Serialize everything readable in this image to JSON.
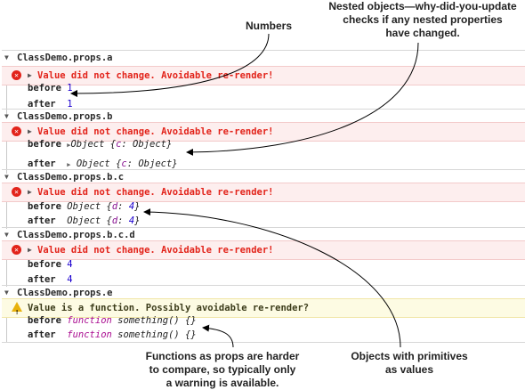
{
  "annotations": {
    "numbers": "Numbers",
    "nested_line1": "Nested objects—why-did-you-update",
    "nested_line2": "checks if any nested properties",
    "nested_line3": "have changed.",
    "functions_line1": "Functions as props are harder",
    "functions_line2": "to compare, so typically only",
    "functions_line3": "a warning is available.",
    "objects_line1": "Objects with primitives",
    "objects_line2": "as values"
  },
  "console": {
    "groups": [
      {
        "name": "ClassDemo.props.a",
        "message": "Value did not change. Avoidable re-render!",
        "before_label": "before",
        "before_value": "1",
        "after_label": "after",
        "after_value": "1"
      },
      {
        "name": "ClassDemo.props.b",
        "message": "Value did not change. Avoidable re-render!",
        "before_label": "before",
        "before_obj": "Object {",
        "before_key": "c",
        "before_val": ": Object}",
        "after_label": "after",
        "after_obj": "Object {",
        "after_key": "c",
        "after_val": ": Object}"
      },
      {
        "name": "ClassDemo.props.b.c",
        "message": "Value did not change. Avoidable re-render!",
        "before_label": "before",
        "before_obj": "Object {",
        "before_key": "d",
        "before_sep": ": ",
        "before_num": "4",
        "before_close": "}",
        "after_label": "after",
        "after_obj": "Object {",
        "after_key": "d",
        "after_sep": ": ",
        "after_num": "4",
        "after_close": "}"
      },
      {
        "name": "ClassDemo.props.b.c.d",
        "message": "Value did not change. Avoidable re-render!",
        "before_label": "before",
        "before_value": "4",
        "after_label": "after",
        "after_value": "4"
      },
      {
        "name": "ClassDemo.props.e",
        "message": "Value is a function. Possibly avoidable re-render?",
        "before_label": "before",
        "before_kw": "function",
        "before_fn": "something() {}",
        "after_label": "after",
        "after_kw": "function",
        "after_fn": "something() {}"
      }
    ]
  },
  "colors": {
    "error_text": "#e2231a",
    "error_bg": "#fdeeee",
    "warning_bg": "#fdfbe3",
    "number": "#1c00cf",
    "keyword": "#aa0d91"
  }
}
